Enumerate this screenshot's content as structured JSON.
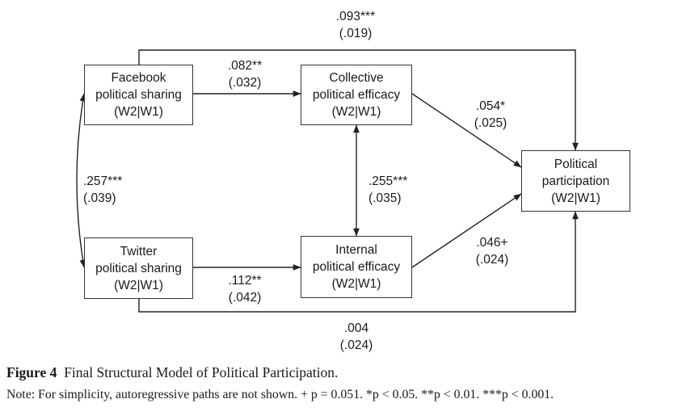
{
  "nodes": {
    "facebook": [
      "Facebook",
      "political sharing",
      "(W2|W1)"
    ],
    "twitter": [
      "Twitter",
      "political sharing",
      "(W2|W1)"
    ],
    "collective": [
      "Collective",
      "political efficacy",
      "(W2|W1)"
    ],
    "internal": [
      "Internal",
      "political efficacy",
      "(W2|W1)"
    ],
    "participation": [
      "Political",
      "participation",
      "(W2|W1)"
    ]
  },
  "paths": {
    "fb_participation": {
      "coef": ".093***",
      "se": "(.019)"
    },
    "fb_collective": {
      "coef": ".082**",
      "se": "(.032)"
    },
    "collective_participation": {
      "coef": ".054*",
      "se": "(.025)"
    },
    "fb_twitter_cov": {
      "coef": ".257***",
      "se": "(.039)"
    },
    "collective_internal_cov": {
      "coef": ".255***",
      "se": "(.035)"
    },
    "internal_participation": {
      "coef": ".046+",
      "se": "(.024)"
    },
    "twitter_internal": {
      "coef": ".112**",
      "se": "(.042)"
    },
    "twitter_participation": {
      "coef": ".004",
      "se": "(.024)"
    }
  },
  "caption": {
    "label": "Figure 4",
    "title": "Final Structural Model of Political Participation."
  },
  "note": "Note: For simplicity, autoregressive paths are not shown.  + p = 0.051. *p < 0.05. **p < 0.01. ***p < 0.001."
}
